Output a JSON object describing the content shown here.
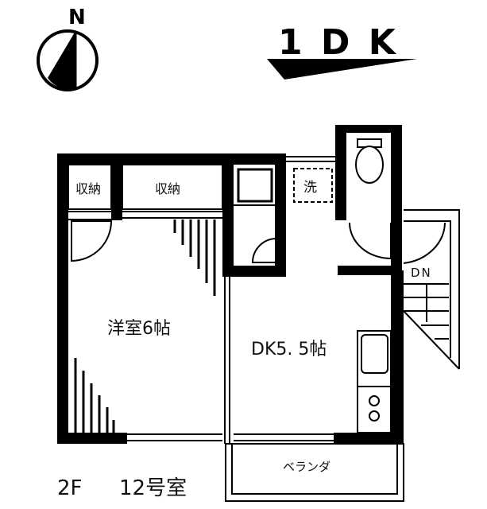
{
  "compass": {
    "label": "N"
  },
  "layout_type": {
    "label": "1 D K"
  },
  "rooms": {
    "storage_small": "収納",
    "storage_large": "収納",
    "western_room": "洋室6帖",
    "dining_kitchen": "DK5. 5帖",
    "laundry": "洗",
    "balcony": "ベランダ",
    "stairs": "DN"
  },
  "unit": {
    "floor": "2F",
    "room_number": "12号室"
  },
  "colors": {
    "wall": "#000000",
    "background": "#ffffff"
  }
}
